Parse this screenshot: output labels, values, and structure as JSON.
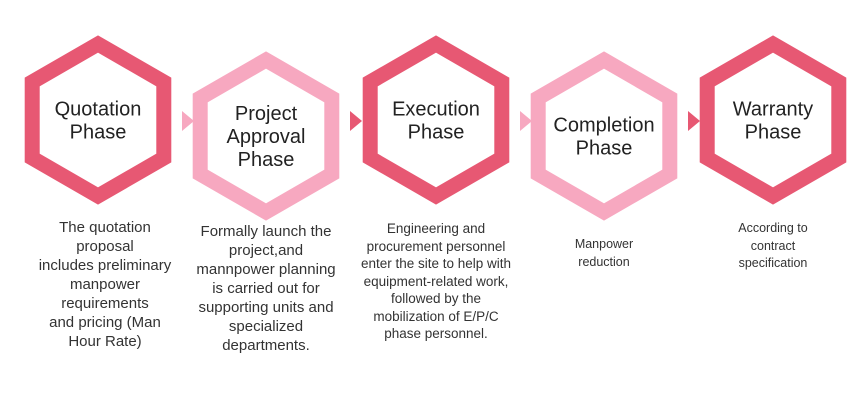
{
  "colors": {
    "dark": "#e75873",
    "light": "#f7a8c0"
  },
  "phases": [
    {
      "title_lines": [
        "Quotation",
        "Phase"
      ],
      "description_lines": [
        "The quotation",
        "proposal",
        "includes preliminary",
        "manpower",
        "requirements",
        "and pricing (Man",
        "Hour Rate)"
      ],
      "color": "dark"
    },
    {
      "title_lines": [
        "Project",
        "Approval",
        "Phase"
      ],
      "description_lines": [
        "Formally launch the",
        "project,and",
        "mannpower planning",
        "is carried out for",
        "supporting units and",
        "specialized",
        "departments."
      ],
      "color": "light"
    },
    {
      "title_lines": [
        "Execution",
        "Phase"
      ],
      "description_lines": [
        "Engineering and",
        "procurement personnel",
        "enter the site to help with",
        "equipment-related work,",
        "followed by  the",
        "mobilization of E/P/C",
        "phase personnel."
      ],
      "color": "dark"
    },
    {
      "title_lines": [
        "Completion",
        "Phase"
      ],
      "description_lines": [
        "Manpower",
        "reduction"
      ],
      "color": "light"
    },
    {
      "title_lines": [
        "Warranty",
        "Phase"
      ],
      "description_lines": [
        "According to",
        "contract",
        "specification"
      ],
      "color": "dark"
    }
  ]
}
